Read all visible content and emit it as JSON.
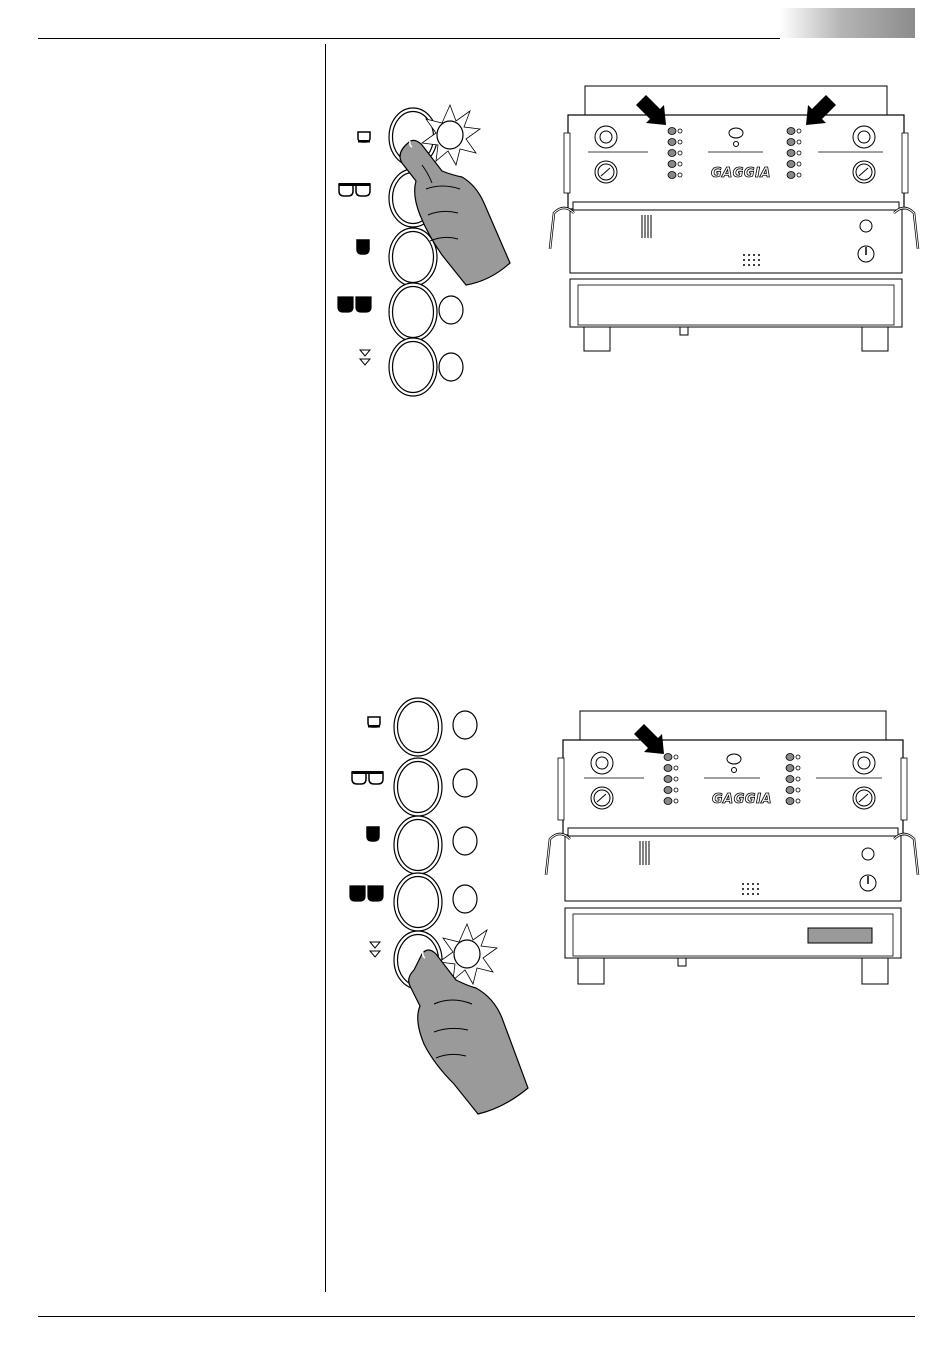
{
  "header": {
    "tab_color": "#8c8c8c"
  },
  "figure_1": {
    "machine_brand": "GAGGIA",
    "keypad": [
      {
        "key": "single-short-cup",
        "state": "pressed"
      },
      {
        "key": "double-short-cup",
        "state": "normal"
      },
      {
        "key": "single-long-cup",
        "state": "normal"
      },
      {
        "key": "double-long-cup",
        "state": "normal"
      },
      {
        "key": "continuous-dose",
        "state": "normal"
      }
    ],
    "arrows_on_groups": 2
  },
  "figure_2": {
    "machine_brand": "GAGGIA",
    "keypad": [
      {
        "key": "single-short-cup",
        "state": "normal"
      },
      {
        "key": "double-short-cup",
        "state": "normal"
      },
      {
        "key": "single-long-cup",
        "state": "normal"
      },
      {
        "key": "double-long-cup",
        "state": "normal"
      },
      {
        "key": "continuous-dose",
        "state": "pressed"
      }
    ],
    "arrows_on_groups": 1
  }
}
